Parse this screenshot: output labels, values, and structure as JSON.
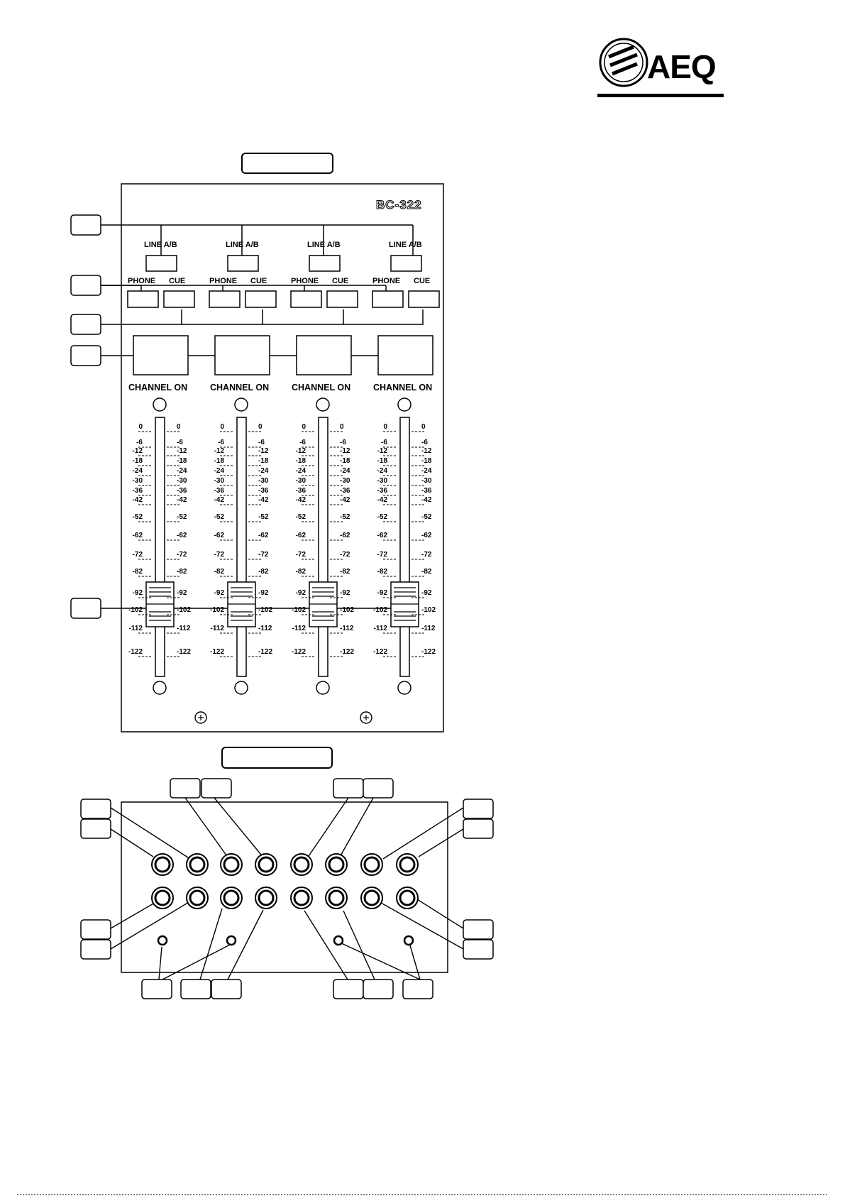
{
  "brand": {
    "name": "AEQ"
  },
  "panel": {
    "model": "BC-322",
    "channels": [
      {
        "line_label": "LINE A/B",
        "phone_label": "PHONE",
        "cue_label": "CUE",
        "on_label": "CHANNEL ON"
      },
      {
        "line_label": "LINE A/B",
        "phone_label": "PHONE",
        "cue_label": "CUE",
        "on_label": "CHANNEL ON"
      },
      {
        "line_label": "LINE A/B",
        "phone_label": "PHONE",
        "cue_label": "CUE",
        "on_label": "CHANNEL ON"
      },
      {
        "line_label": "LINE A/B",
        "phone_label": "PHONE",
        "cue_label": "CUE",
        "on_label": "CHANNEL ON"
      }
    ],
    "fader_scale": [
      "0",
      "-6",
      "-12",
      "-18",
      "-24",
      "-30",
      "-36",
      "-42",
      "-52",
      "-62",
      "-72",
      "-82",
      "-92",
      "-102",
      "-112",
      "-122"
    ],
    "fader_level_db": -102
  },
  "rear_panel": {
    "connector_rows": 2,
    "connectors_per_row": 8,
    "ground_screws": 4
  }
}
